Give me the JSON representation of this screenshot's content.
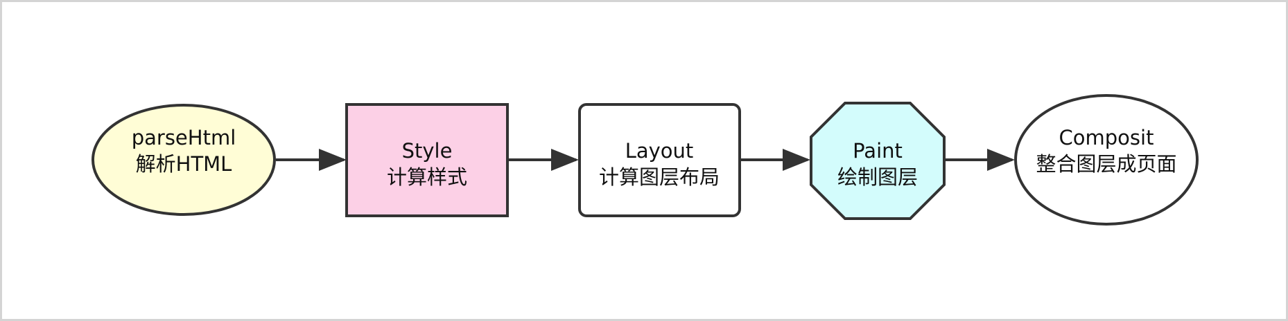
{
  "diagram": {
    "colors": {
      "stroke": "#333333",
      "parse_fill": "#fffdd6",
      "style_fill": "#fcd0e6",
      "layout_fill": "#ffffff",
      "paint_fill": "#d3fcfc",
      "composite_fill": "#ffffff"
    },
    "nodes": [
      {
        "id": "parse",
        "shape": "ellipse",
        "line1": "parseHtml",
        "line2": "解析HTML"
      },
      {
        "id": "style",
        "shape": "rectangle",
        "line1": "Style",
        "line2": "计算样式"
      },
      {
        "id": "layout",
        "shape": "rounded-rectangle",
        "line1": "Layout",
        "line2": "计算图层布局"
      },
      {
        "id": "paint",
        "shape": "octagon",
        "line1": "Paint",
        "line2": "绘制图层"
      },
      {
        "id": "composite",
        "shape": "ellipse",
        "line1": "Composit",
        "line2": "整合图层成页面"
      }
    ],
    "edges": [
      {
        "from": "parse",
        "to": "style"
      },
      {
        "from": "style",
        "to": "layout"
      },
      {
        "from": "layout",
        "to": "paint"
      },
      {
        "from": "paint",
        "to": "composite"
      }
    ]
  }
}
